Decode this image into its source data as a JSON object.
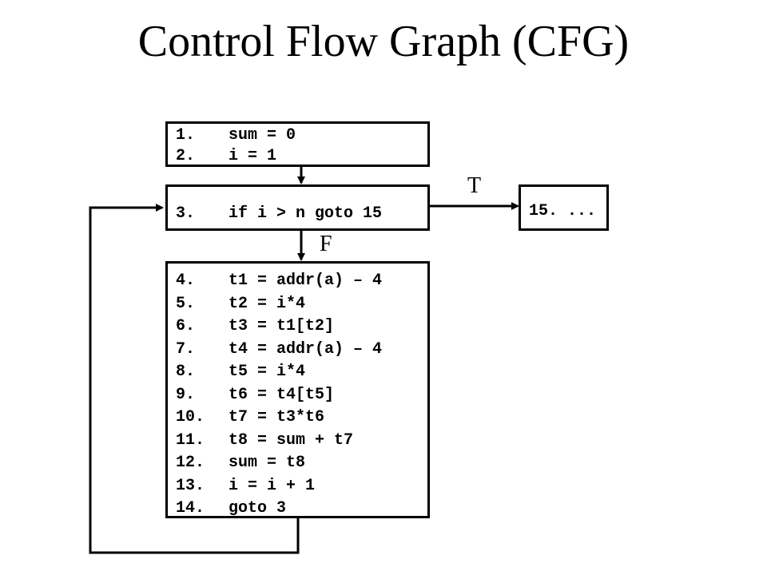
{
  "title": "Control Flow Graph (CFG)",
  "blocks": {
    "entry": [
      {
        "num": "1.",
        "code": "sum = 0"
      },
      {
        "num": "2.",
        "code": "i = 1"
      }
    ],
    "cond": [
      {
        "num": "3.",
        "code": "if i > n goto 15"
      }
    ],
    "exit": [
      {
        "num": "15.",
        "code": "..."
      }
    ],
    "body": [
      {
        "num": "4.",
        "code": "t1 = addr(a) – 4"
      },
      {
        "num": "5.",
        "code": "t2 = i*4"
      },
      {
        "num": "6.",
        "code": "t3 = t1[t2]"
      },
      {
        "num": "7.",
        "code": "t4 = addr(a) – 4"
      },
      {
        "num": "8.",
        "code": "t5 = i*4"
      },
      {
        "num": "9.",
        "code": "t6 = t4[t5]"
      },
      {
        "num": "10.",
        "code": "t7 = t3*t6"
      },
      {
        "num": "11.",
        "code": "t8 = sum + t7"
      },
      {
        "num": "12.",
        "code": "sum = t8"
      },
      {
        "num": "13.",
        "code": "i = i + 1"
      },
      {
        "num": "14.",
        "code": "goto 3"
      }
    ]
  },
  "edges": {
    "true_label": "T",
    "false_label": "F"
  }
}
